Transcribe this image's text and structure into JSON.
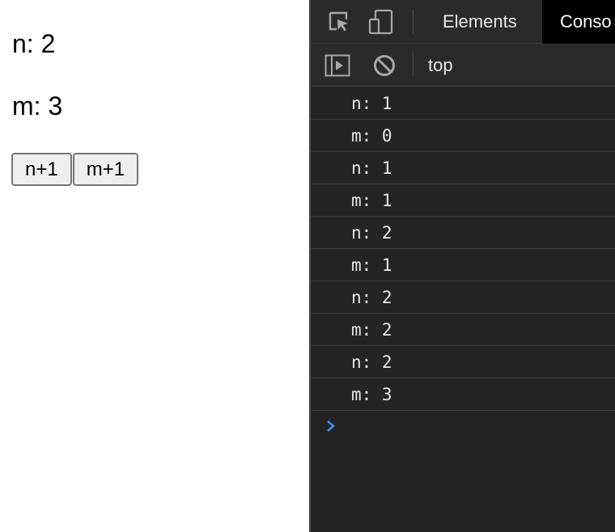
{
  "page": {
    "n_text": "n: 2",
    "m_text": "m: 3",
    "buttons": {
      "n_plus": "n+1",
      "m_plus": "m+1"
    }
  },
  "devtools": {
    "tabs": {
      "elements": "Elements",
      "console": "Conso"
    },
    "context": "top",
    "icons": {
      "inspect": "inspect-element-icon",
      "device": "device-toolbar-icon",
      "sidebar": "console-sidebar-icon",
      "clear": "clear-console-icon",
      "prompt": "prompt-chevron-icon"
    },
    "colors": {
      "panel_bg": "#242424",
      "toolbar_bg": "#2a2a2a",
      "text": "#e8e8e8",
      "prompt": "#3d8af7"
    },
    "console_lines": [
      "n: 1",
      "m: 0",
      "n: 1",
      "m: 1",
      "n: 2",
      "m: 1",
      "n: 2",
      "m: 2",
      "n: 2",
      "m: 3"
    ]
  }
}
